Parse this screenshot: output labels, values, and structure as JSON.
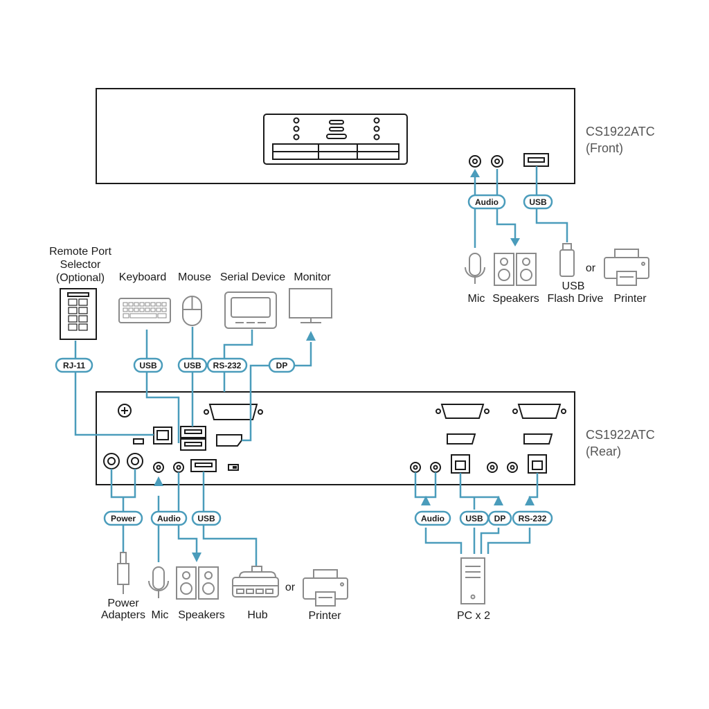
{
  "units": {
    "front": "CS1922ATC",
    "front_view": "(Front)",
    "rear": "CS1922ATC",
    "rear_view": "(Rear)"
  },
  "devices": {
    "remote_port_selector": [
      "Remote Port",
      "Selector",
      "(Optional)"
    ],
    "keyboard": "Keyboard",
    "mouse": "Mouse",
    "serial_device": "Serial Device",
    "monitor": "Monitor",
    "mic_front": "Mic",
    "speakers_front": "Speakers",
    "usb_flash_drive": [
      "USB",
      "Flash Drive"
    ],
    "printer_front": "Printer",
    "or_front": "or",
    "power_adapters": [
      "Power",
      "Adapters"
    ],
    "mic_rear": "Mic",
    "speakers_rear": "Speakers",
    "hub": "Hub",
    "or_rear": "or",
    "printer_rear": "Printer",
    "pc": "PC x 2"
  },
  "tags": {
    "front_audio": "Audio",
    "front_usb": "USB",
    "rj11": "RJ-11",
    "kb_usb": "USB",
    "mouse_usb": "USB",
    "rs232": "RS-232",
    "dp": "DP",
    "power": "Power",
    "rear_audio": "Audio",
    "rear_usb": "USB",
    "pc_audio": "Audio",
    "pc_usb": "USB",
    "pc_dp": "DP",
    "pc_rs232": "RS-232"
  },
  "colors": {
    "cable": "#4a9cbb",
    "device_outline": "#8a8a8a",
    "unit_outline": "#1a1a1a"
  }
}
